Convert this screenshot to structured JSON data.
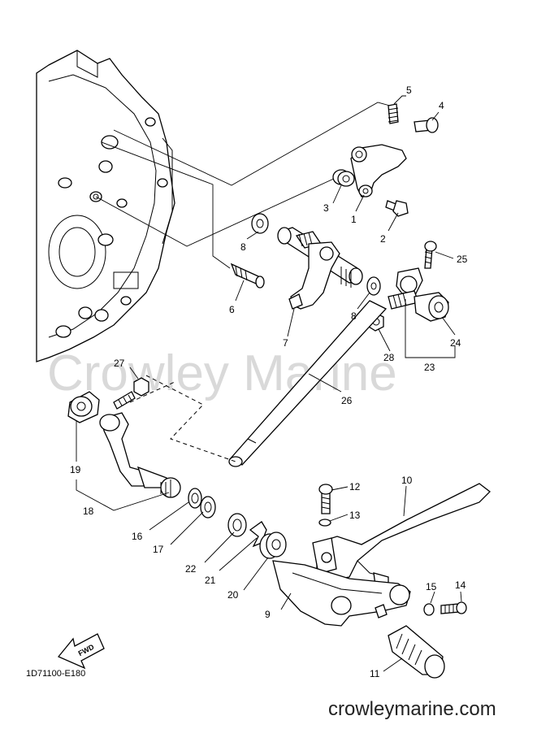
{
  "watermark": "Crowley Marine",
  "site_url": "crowleymarine.com",
  "catalog_code": "1D71100-E180",
  "fwd_label": "FWD",
  "callouts": {
    "c1": "1",
    "c2": "2",
    "c3": "3",
    "c4": "4",
    "c5": "5",
    "c6": "6",
    "c7": "7",
    "c8a": "8",
    "c8b": "8",
    "c9": "9",
    "c10": "10",
    "c11": "11",
    "c12": "12",
    "c13": "13",
    "c14": "14",
    "c15": "15",
    "c16": "16",
    "c17": "17",
    "c18": "18",
    "c19": "19",
    "c20": "20",
    "c21": "21",
    "c22": "22",
    "c23": "23",
    "c24": "24",
    "c25": "25",
    "c26": "26",
    "c27": "27",
    "c28": "28"
  }
}
